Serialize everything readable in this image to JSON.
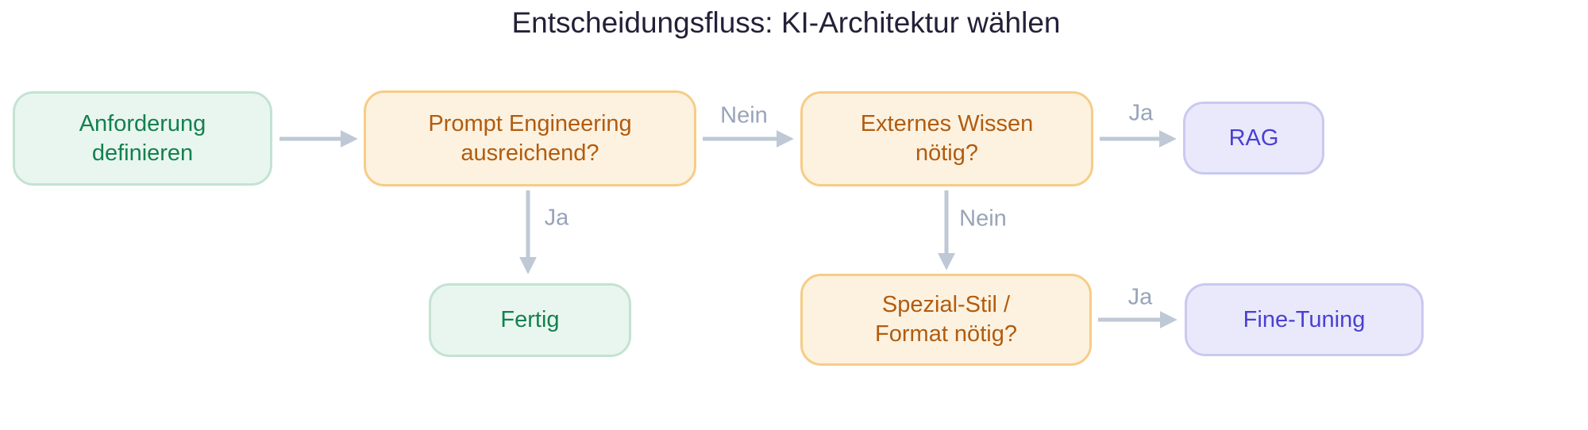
{
  "title": "Entscheidungsfluss: KI-Architektur wählen",
  "nodes": {
    "start": {
      "label": "Anforderung\ndefinieren",
      "type": "process-green"
    },
    "q_prompt": {
      "label": "Prompt Engineering\nausreichend?",
      "type": "decision-orange"
    },
    "q_wissen": {
      "label": "Externes Wissen\nnötig?",
      "type": "decision-orange"
    },
    "rag": {
      "label": "RAG",
      "type": "result-purple"
    },
    "fertig": {
      "label": "Fertig",
      "type": "result-green"
    },
    "q_stil": {
      "label": "Spezial-Stil /\nFormat nötig?",
      "type": "decision-orange"
    },
    "finetuning": {
      "label": "Fine-Tuning",
      "type": "result-purple"
    }
  },
  "edges": [
    {
      "from": "start",
      "to": "q_prompt",
      "label": ""
    },
    {
      "from": "q_prompt",
      "to": "q_wissen",
      "label": "Nein"
    },
    {
      "from": "q_prompt",
      "to": "fertig",
      "label": "Ja"
    },
    {
      "from": "q_wissen",
      "to": "rag",
      "label": "Ja"
    },
    {
      "from": "q_wissen",
      "to": "q_stil",
      "label": "Nein"
    },
    {
      "from": "q_stil",
      "to": "finetuning",
      "label": "Ja"
    }
  ],
  "colors": {
    "background": "#ffffff",
    "title-text": "#232038",
    "edge-line": "#bfc9d6",
    "edge-label-text": "#98a4b8",
    "green-fill": "#e9f6ef",
    "green-border": "#c3e3d2",
    "green-text": "#14804f",
    "orange-fill": "#fdf2e0",
    "orange-border": "#f7cc86",
    "orange-text": "#b15c10",
    "purple-fill": "#e9e9fb",
    "purple-border": "#c9c9f0",
    "purple-text": "#4b3fd3"
  }
}
